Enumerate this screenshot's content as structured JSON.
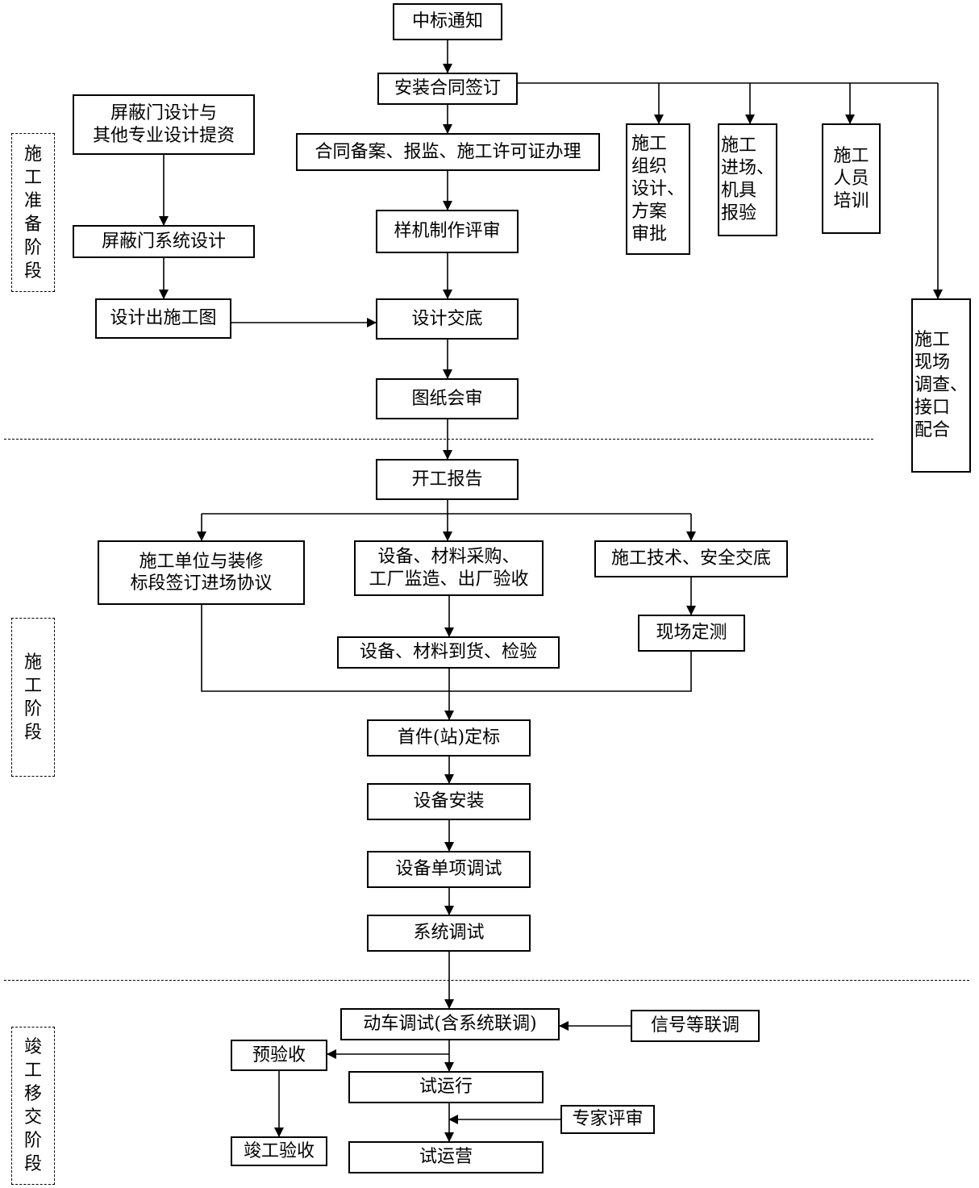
{
  "phases": {
    "prep": "施\n工\n准\n备\n阶\n段",
    "construction": "施\n工\n阶\n段",
    "completion": "竣\n工\n移\n交\n阶\n段"
  },
  "nodes": {
    "award_notice": "中标通知",
    "contract_signing": "安装合同签订",
    "contract_filing": "合同备案、报监、施工许可证办理",
    "prototype_review": "样机制作评审",
    "design_briefing": "设计交底",
    "drawing_review": "图纸会审",
    "psd_interface_data": "屏蔽门设计与\n其他专业设计提资",
    "psd_system_design": "屏蔽门系统设计",
    "construction_drawings": "设计出施工图",
    "org_design_approval": "施工\n组织\n设计、\n方案\n审批",
    "site_entry_inspection": "施工\n进场、\n机具\n报验",
    "staff_training": "施工\n人员\n培训",
    "site_survey_interface": "施工\n现场\n调查、\n接口\n配合",
    "start_report": "开工报告",
    "fitout_agreement": "施工单位与装修\n标段签订进场协议",
    "procurement": "设备、材料采购、\n工厂监造、出厂验收",
    "tech_safety_briefing": "施工技术、安全交底",
    "site_survey": "现场定测",
    "arrival_inspection": "设备、材料到货、检验",
    "first_station_benchmark": "首件(站)定标",
    "equipment_install": "设备安装",
    "unit_test": "设备单项调试",
    "system_test": "系统调试",
    "train_test": "动车调试(含系统联调)",
    "signal_joint_test": "信号等联调",
    "pre_acceptance": "预验收",
    "trial_run": "试运行",
    "expert_review": "专家评审",
    "completion_acceptance": "竣工验收",
    "trial_operation": "试运营"
  }
}
